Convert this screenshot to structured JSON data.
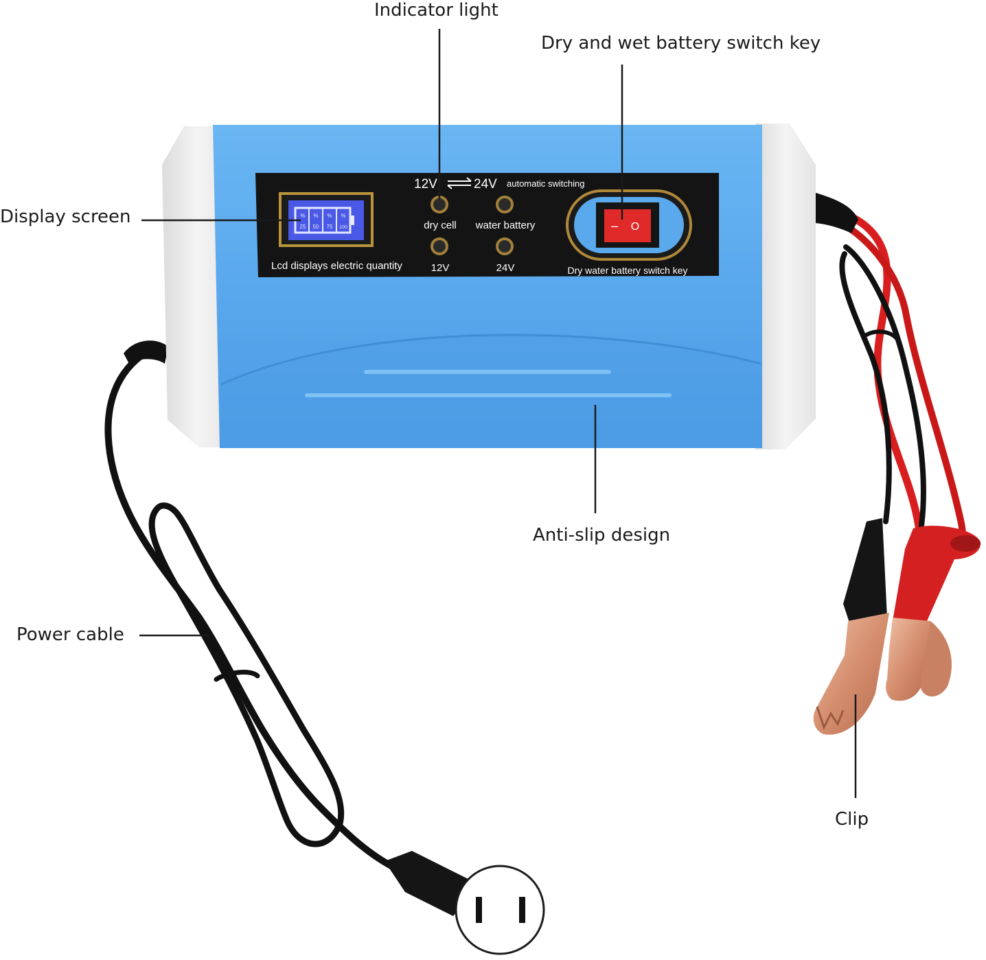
{
  "callouts": {
    "indicator_light": "Indicator light",
    "switch_key": "Dry and wet battery switch key",
    "display_screen": "Display screen",
    "anti_slip": "Anti-slip design",
    "power_cable": "Power cable",
    "clip": "Clip"
  },
  "panel": {
    "voltage_low": "12V",
    "voltage_high": "24V",
    "auto_switching": "automatic switching",
    "lcd_caption": "Lcd displays electric quantity",
    "dry_cell": "dry cell",
    "water_battery": "water battery",
    "v12": "12V",
    "v24": "24V",
    "switch_caption": "Dry water battery switch key",
    "switch_off_symbol": "–",
    "switch_on_symbol": "O"
  },
  "lcd": {
    "segments": [
      "25",
      "50",
      "75",
      "100"
    ],
    "percent": "%"
  },
  "colors": {
    "body_blue": "#5aa9ec",
    "end_caps": "#ebebeb",
    "panel_black": "#141414",
    "switch_red": "#e02a2a",
    "lcd_blue": "#4a58e6",
    "clamp_copper": "#d99a7c",
    "cable_red": "#d81e1e",
    "cable_black": "#111111"
  }
}
